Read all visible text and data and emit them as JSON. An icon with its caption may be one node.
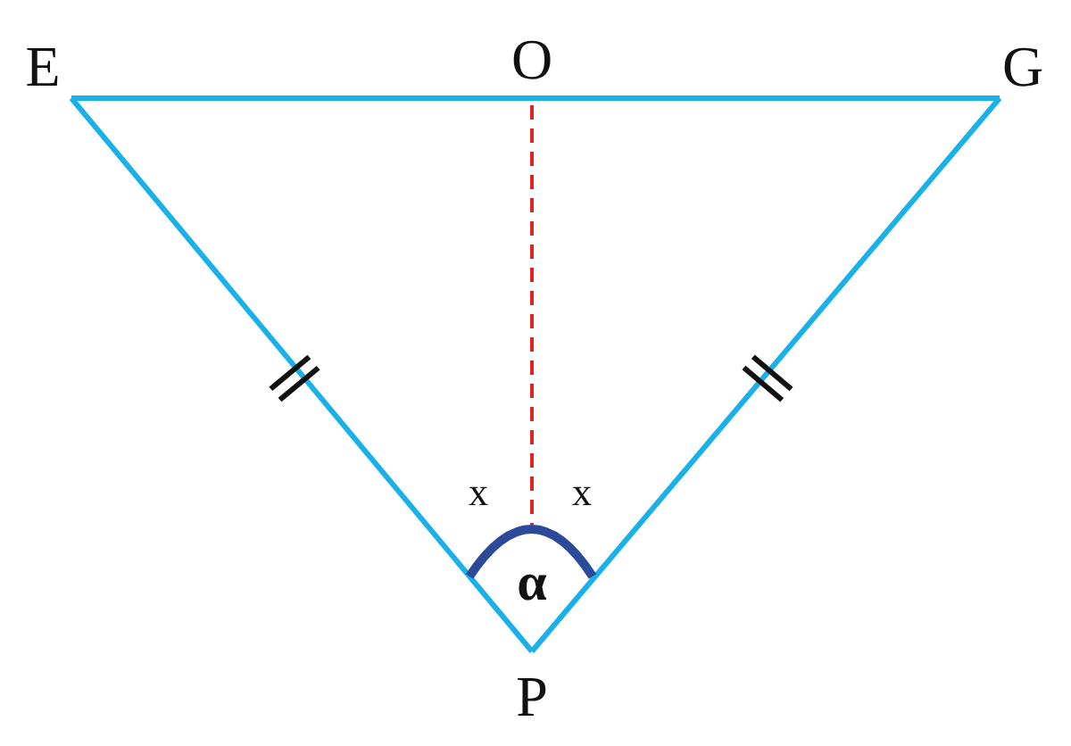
{
  "diagram": {
    "nodes": [
      {
        "text": [
          "E"
        ]
      },
      {
        "text": [
          "O"
        ]
      },
      {
        "text": [
          "G"
        ]
      },
      {
        "text": [
          "P"
        ]
      },
      {
        "text": [],
        "shape": "arc"
      }
    ],
    "edges": [
      {
        "from": 0,
        "to": 1,
        "arrow": "none"
      },
      {
        "from": 1,
        "to": 2,
        "arrow": "none"
      },
      {
        "from": 0,
        "to": 3,
        "arrow": "none"
      },
      {
        "from": 2,
        "to": 3,
        "arrow": "none"
      },
      {
        "from": 1,
        "to": 4,
        "arrow": "none",
        "style": "dashed",
        "color": "#e02424"
      }
    ],
    "labels": [
      "x",
      "x",
      "α"
    ]
  }
}
